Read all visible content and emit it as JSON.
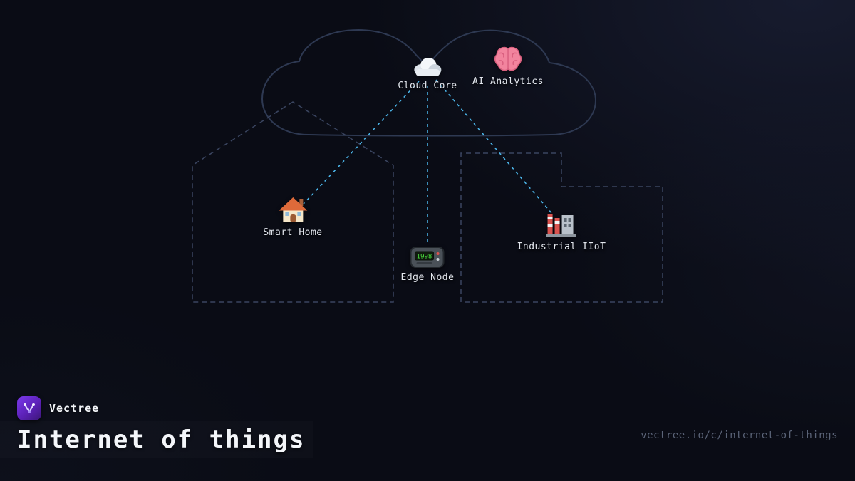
{
  "brand": {
    "name": "Vectree"
  },
  "footer": {
    "title": "Internet of things",
    "url": "vectree.io/c/internet-of-things"
  },
  "diagram": {
    "nodes": [
      {
        "id": "cloud-core",
        "label": "Cloud Core",
        "icon": "cloud-icon"
      },
      {
        "id": "ai-analytics",
        "label": "AI Analytics",
        "icon": "brain-icon"
      },
      {
        "id": "smart-home",
        "label": "Smart Home",
        "icon": "house-icon"
      },
      {
        "id": "edge-node",
        "label": "Edge Node",
        "icon": "pager-icon"
      },
      {
        "id": "industrial-iiot",
        "label": "Industrial IIoT",
        "icon": "factory-icon"
      }
    ],
    "device_screen": "1998",
    "colors": {
      "link": "#4db9ee",
      "outline_dashed": "#3a4560",
      "cloud_outline": "#2e3952",
      "accent_purple": "#7c3aed",
      "background": "#0a0c15"
    }
  }
}
